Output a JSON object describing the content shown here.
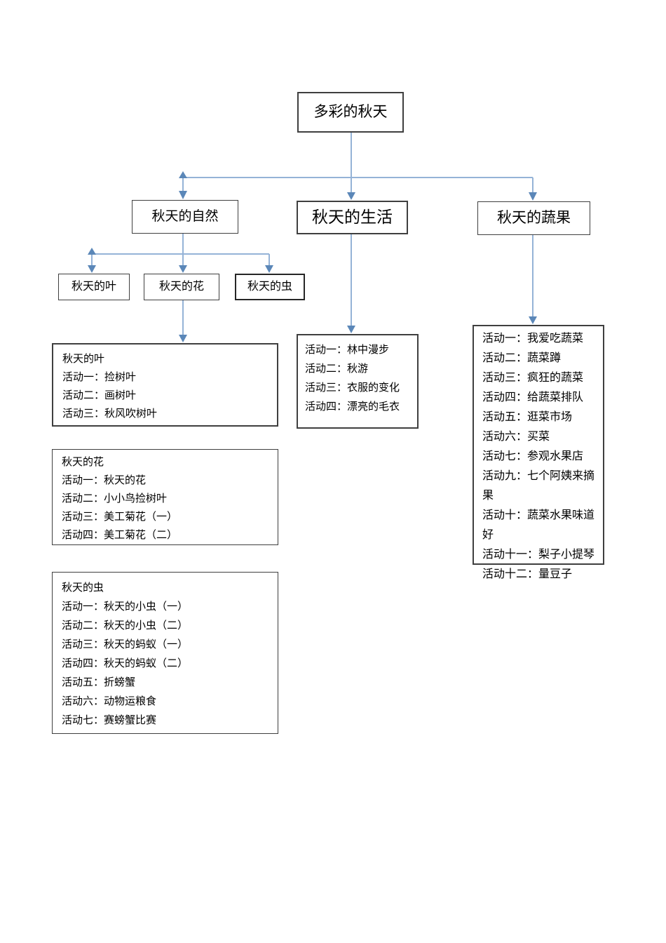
{
  "diagram": {
    "root": {
      "label": "多彩的秋天"
    },
    "branches": {
      "nature": {
        "label": "秋天的自然"
      },
      "life": {
        "label": "秋天的生活"
      },
      "veg": {
        "label": "秋天的蔬果"
      }
    },
    "nature_children": {
      "leaf": {
        "label": "秋天的叶"
      },
      "flower": {
        "label": "秋天的花"
      },
      "insect": {
        "label": "秋天的虫"
      }
    },
    "details": {
      "leaf": {
        "title": "秋天的叶",
        "lines": [
          "活动一：捡树叶",
          "活动二：画树叶",
          "活动三：秋风吹树叶"
        ]
      },
      "flower": {
        "title": "秋天的花",
        "lines": [
          "活动一：秋天的花",
          "活动二：小小鸟捡树叶",
          "活动三：美工菊花（一）",
          "活动四：美工菊花（二）"
        ]
      },
      "insect": {
        "title": "秋天的虫",
        "lines": [
          "活动一：秋天的小虫（一）",
          "活动二：秋天的小虫（二）",
          "活动三：秋天的蚂蚁（一）",
          "活动四：秋天的蚂蚁（二）",
          "活动五：折螃蟹",
          "活动六：动物运粮食",
          "活动七：赛螃蟹比赛"
        ]
      },
      "life": {
        "lines": [
          "活动一：林中漫步",
          "活动二：秋游",
          "活动三：衣服的变化",
          "活动四：漂亮的毛衣"
        ]
      },
      "veg": {
        "lines": [
          "活动一：我爱吃蔬菜",
          "活动二：蔬菜蹲",
          "活动三：疯狂的蔬菜",
          "活动四：给蔬菜排队",
          "活动五：逛菜市场",
          "活动六：买菜",
          "活动七：参观水果店",
          "活动九：七个阿姨来摘果",
          "活动十：蔬菜水果味道好",
          "活动十一：梨子小提琴",
          "活动十二：量豆子"
        ]
      }
    },
    "colors": {
      "connector_line": "#95b3d7",
      "connector_arrow": "#5b87b8",
      "box_border": "#3f3f3f",
      "box_border_heavy": "#262626",
      "text": "#000000",
      "background": "#ffffff"
    }
  }
}
